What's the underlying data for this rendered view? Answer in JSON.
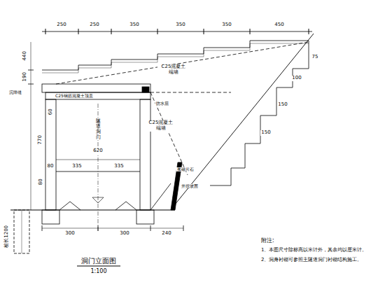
{
  "diagram": {
    "title": "洞门立面图",
    "labels": [
      "250",
      "250",
      "350",
      "350",
      "350",
      "450",
      "440",
      "190",
      "60",
      "770",
      "80",
      "C25混凝土 端墙",
      "C25钢筋混凝土顶盖",
      "C25混凝土 端墙",
      "沉降缝",
      "防水层",
      "隧道洞门",
      "620",
      "80",
      "335",
      "335",
      "75",
      "100",
      "150",
      "150",
      "开挖坡面",
      "浆砌片石",
      "300",
      "300",
      "240",
      "桩长1200",
      "1:100",
      "附注:",
      "1、本图尺寸除标高以米计外，其余均以厘米计。",
      "2、洞身衬砌可参照主隧道洞门衬砌结构施工。"
    ]
  }
}
